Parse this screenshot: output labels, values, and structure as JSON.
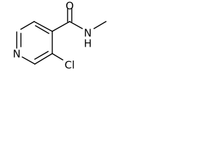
{
  "molecule": {
    "atoms": {
      "oxygen": "O",
      "amide_nitrogen": "N",
      "amide_hydrogen": "H",
      "ring_nitrogen": "N",
      "chlorine": "Cl"
    }
  }
}
